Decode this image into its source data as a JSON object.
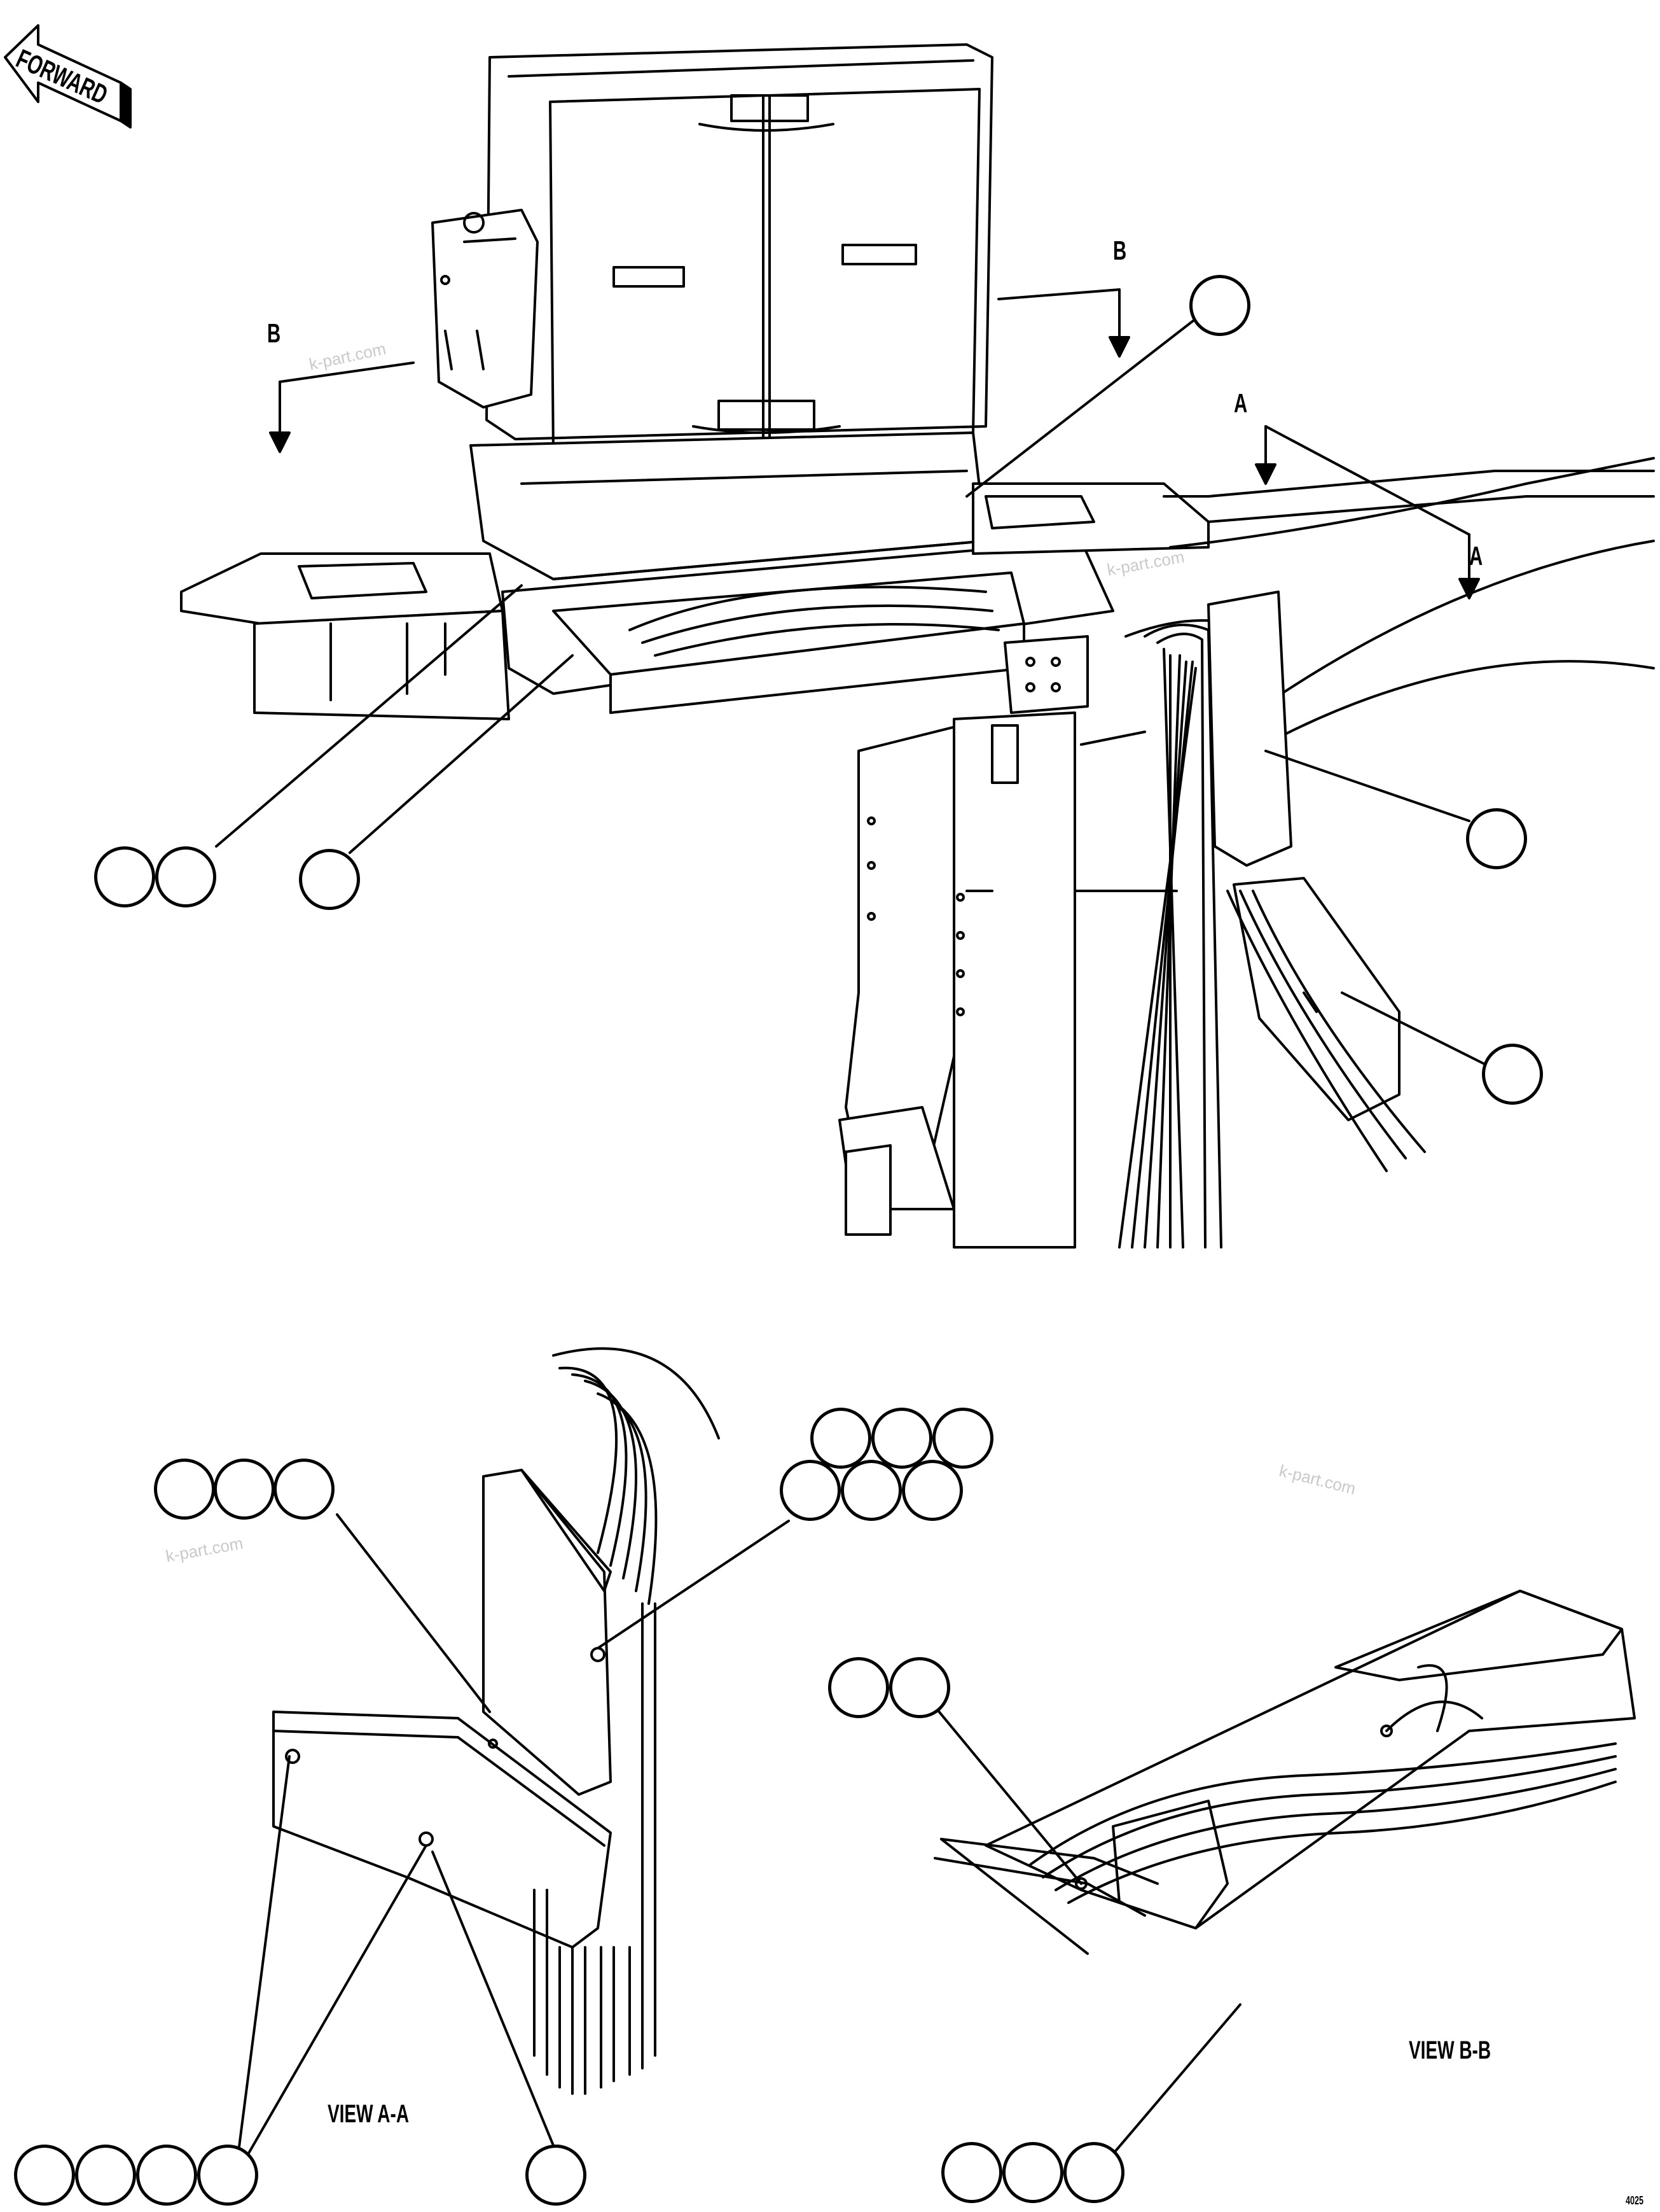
{
  "forward_label": "FORWARD",
  "section_marks": {
    "b_left": "B",
    "b_right": "B",
    "a_top": "A",
    "a_bottom": "A"
  },
  "view_titles": {
    "view_a": "VIEW A-A",
    "view_b": "VIEW B-B"
  },
  "watermarks": [
    "k-part.com",
    "k-part.com",
    "k-part.com",
    "k-part.com"
  ],
  "corner_code": "4025"
}
